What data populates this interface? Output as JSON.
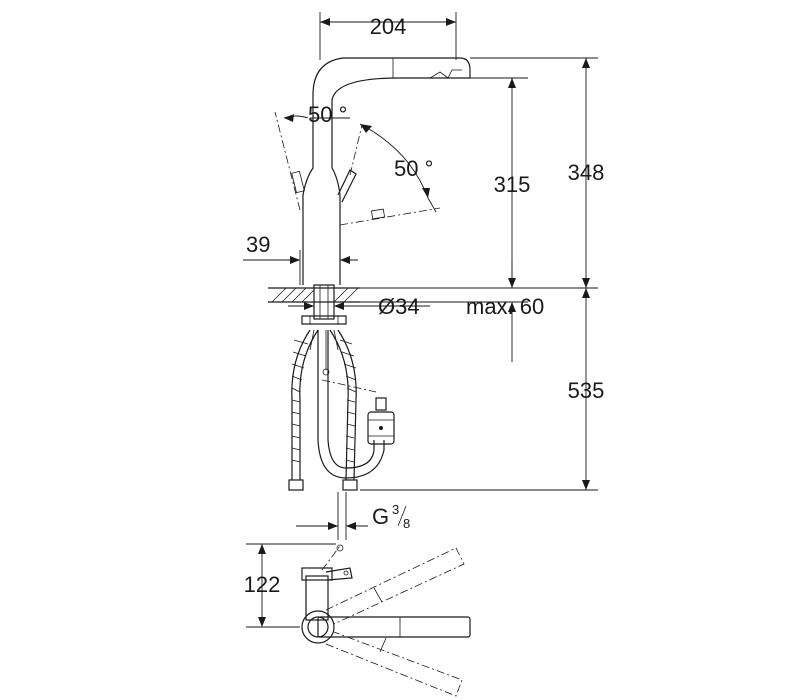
{
  "dimensions": {
    "spout_reach": "204",
    "tilt_angle_left": "50 °",
    "tilt_angle_right": "50 °",
    "outlet_height": "315",
    "total_height": "348",
    "base_offset": "39",
    "hole_diameter": "Ø34",
    "max_counter_thickness": "max. 60",
    "below_counter_length": "535",
    "connection_thread": "G",
    "thread_num": "3",
    "thread_den": "8",
    "lever_depth": "122"
  }
}
